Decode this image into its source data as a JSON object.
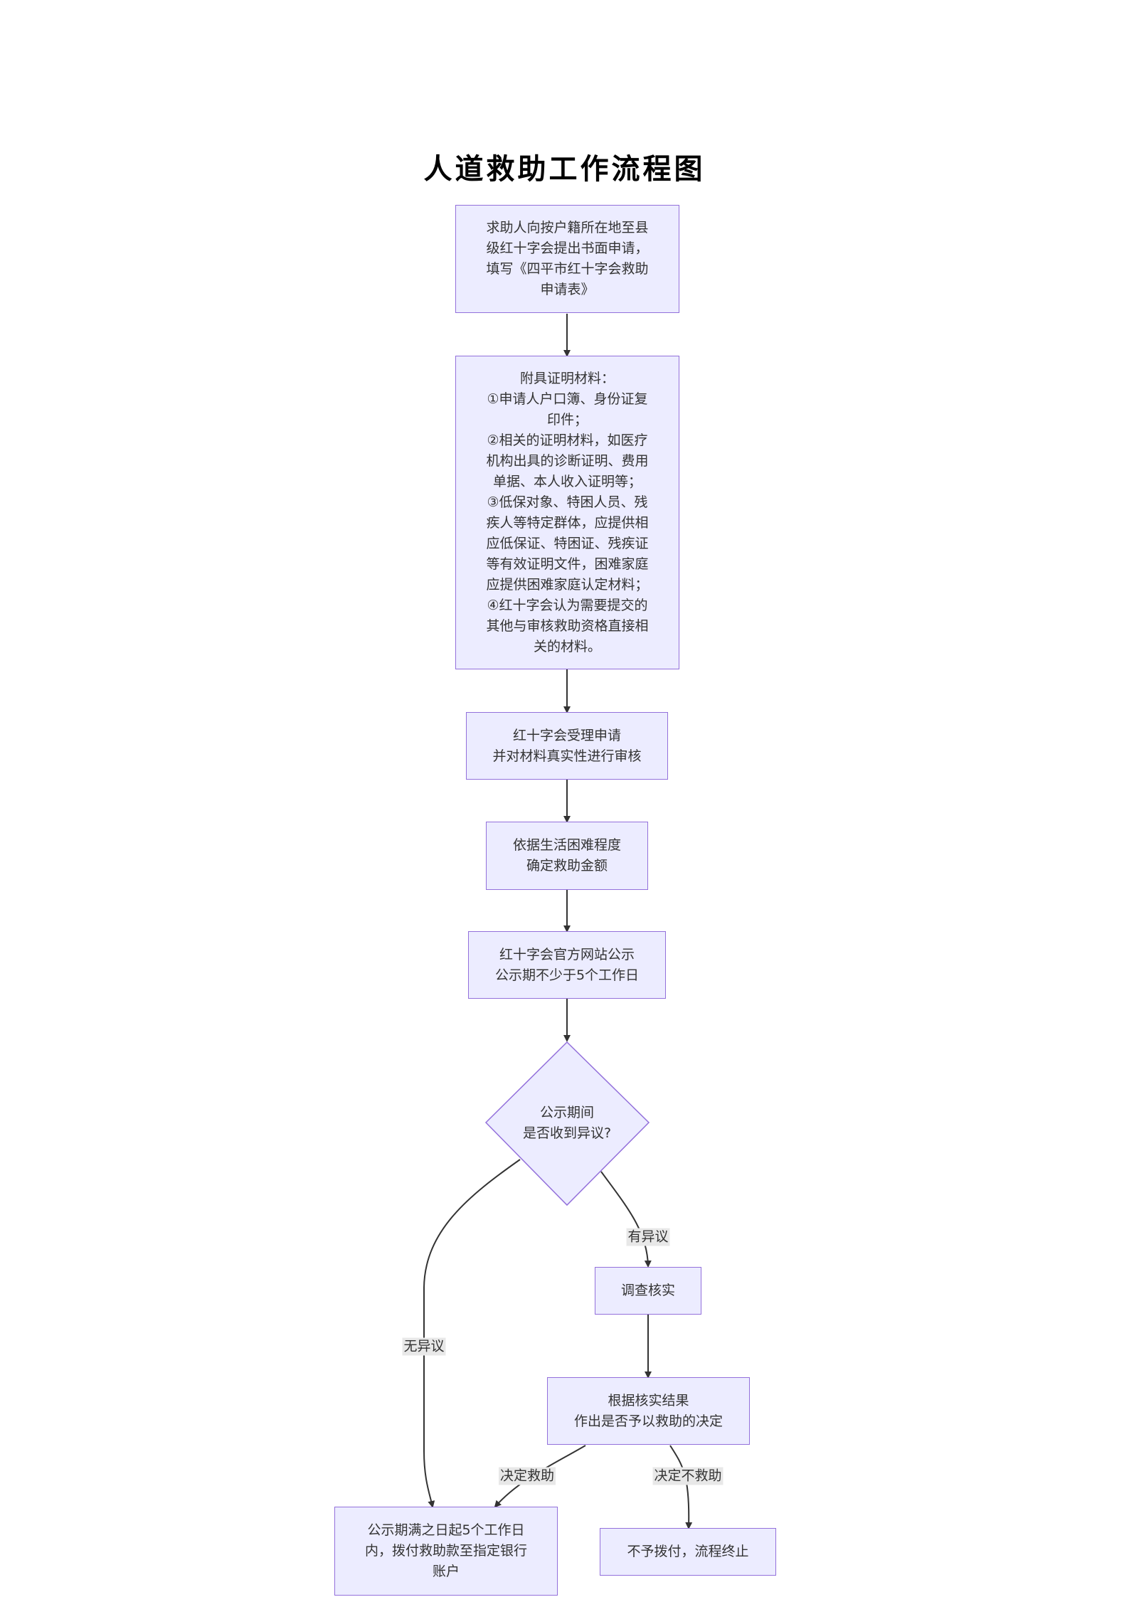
{
  "title": "人道救助工作流程图",
  "nodes": {
    "apply": "求助人向按户籍所在地至县\n级红十字会提出书面申请，\n填写《四平市红十字会救助\n申请表》",
    "materials": "附具证明材料：\n①申请人户口簿、身份证复\n印件；\n②相关的证明材料，如医疗\n机构出具的诊断证明、费用\n单据、本人收入证明等；\n③低保对象、特困人员、残\n疾人等特定群体，应提供相\n应低保证、特困证、残疾证\n等有效证明文件，困难家庭\n应提供困难家庭认定材料；\n④红十字会认为需要提交的\n其他与审核救助资格直接相\n关的材料。",
    "accept": "红十字会受理申请\n并对材料真实性进行审核",
    "amount": "依据生活困难程度\n确定救助金额",
    "publicize": "红十字会官方网站公示\n公示期不少于5个工作日",
    "objection": "公示期间\n是否收到异议?",
    "investigate": "调查核实",
    "decide": "根据核实结果\n作出是否予以救助的决定",
    "pay": "公示期满之日起5个工作日\n内，拨付救助款至指定银行\n账户",
    "terminate": "不予拨付，流程终止"
  },
  "edge_labels": {
    "has_objection": "有异议",
    "no_objection": "无异议",
    "decide_aid": "决定救助",
    "decide_no_aid": "决定不救助"
  },
  "colors": {
    "node_fill": "#ececff",
    "node_border": "#9370db",
    "edge": "#333333",
    "label_bg": "#e8e8e8"
  }
}
